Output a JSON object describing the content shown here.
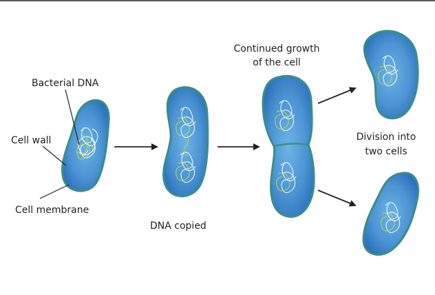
{
  "labels": {
    "bacterial_dna": "Bacterial DNA",
    "cell_wall": "Cell wall",
    "cell_membrane": "Cell membrane",
    "dna_copied": "DNA copied",
    "growth_line1": "Continued growth",
    "growth_line2": "of the cell",
    "division_line1": "Division into",
    "division_line2": "two cells"
  },
  "colors": {
    "cell_fill_light": "#5aa6dd",
    "cell_fill_dark": "#2a72bd",
    "cell_wall": "#3a8f84",
    "dna_white": "#ffffff",
    "dna_green": "#b9d35a",
    "arrow": "#222222",
    "text": "#222222"
  }
}
